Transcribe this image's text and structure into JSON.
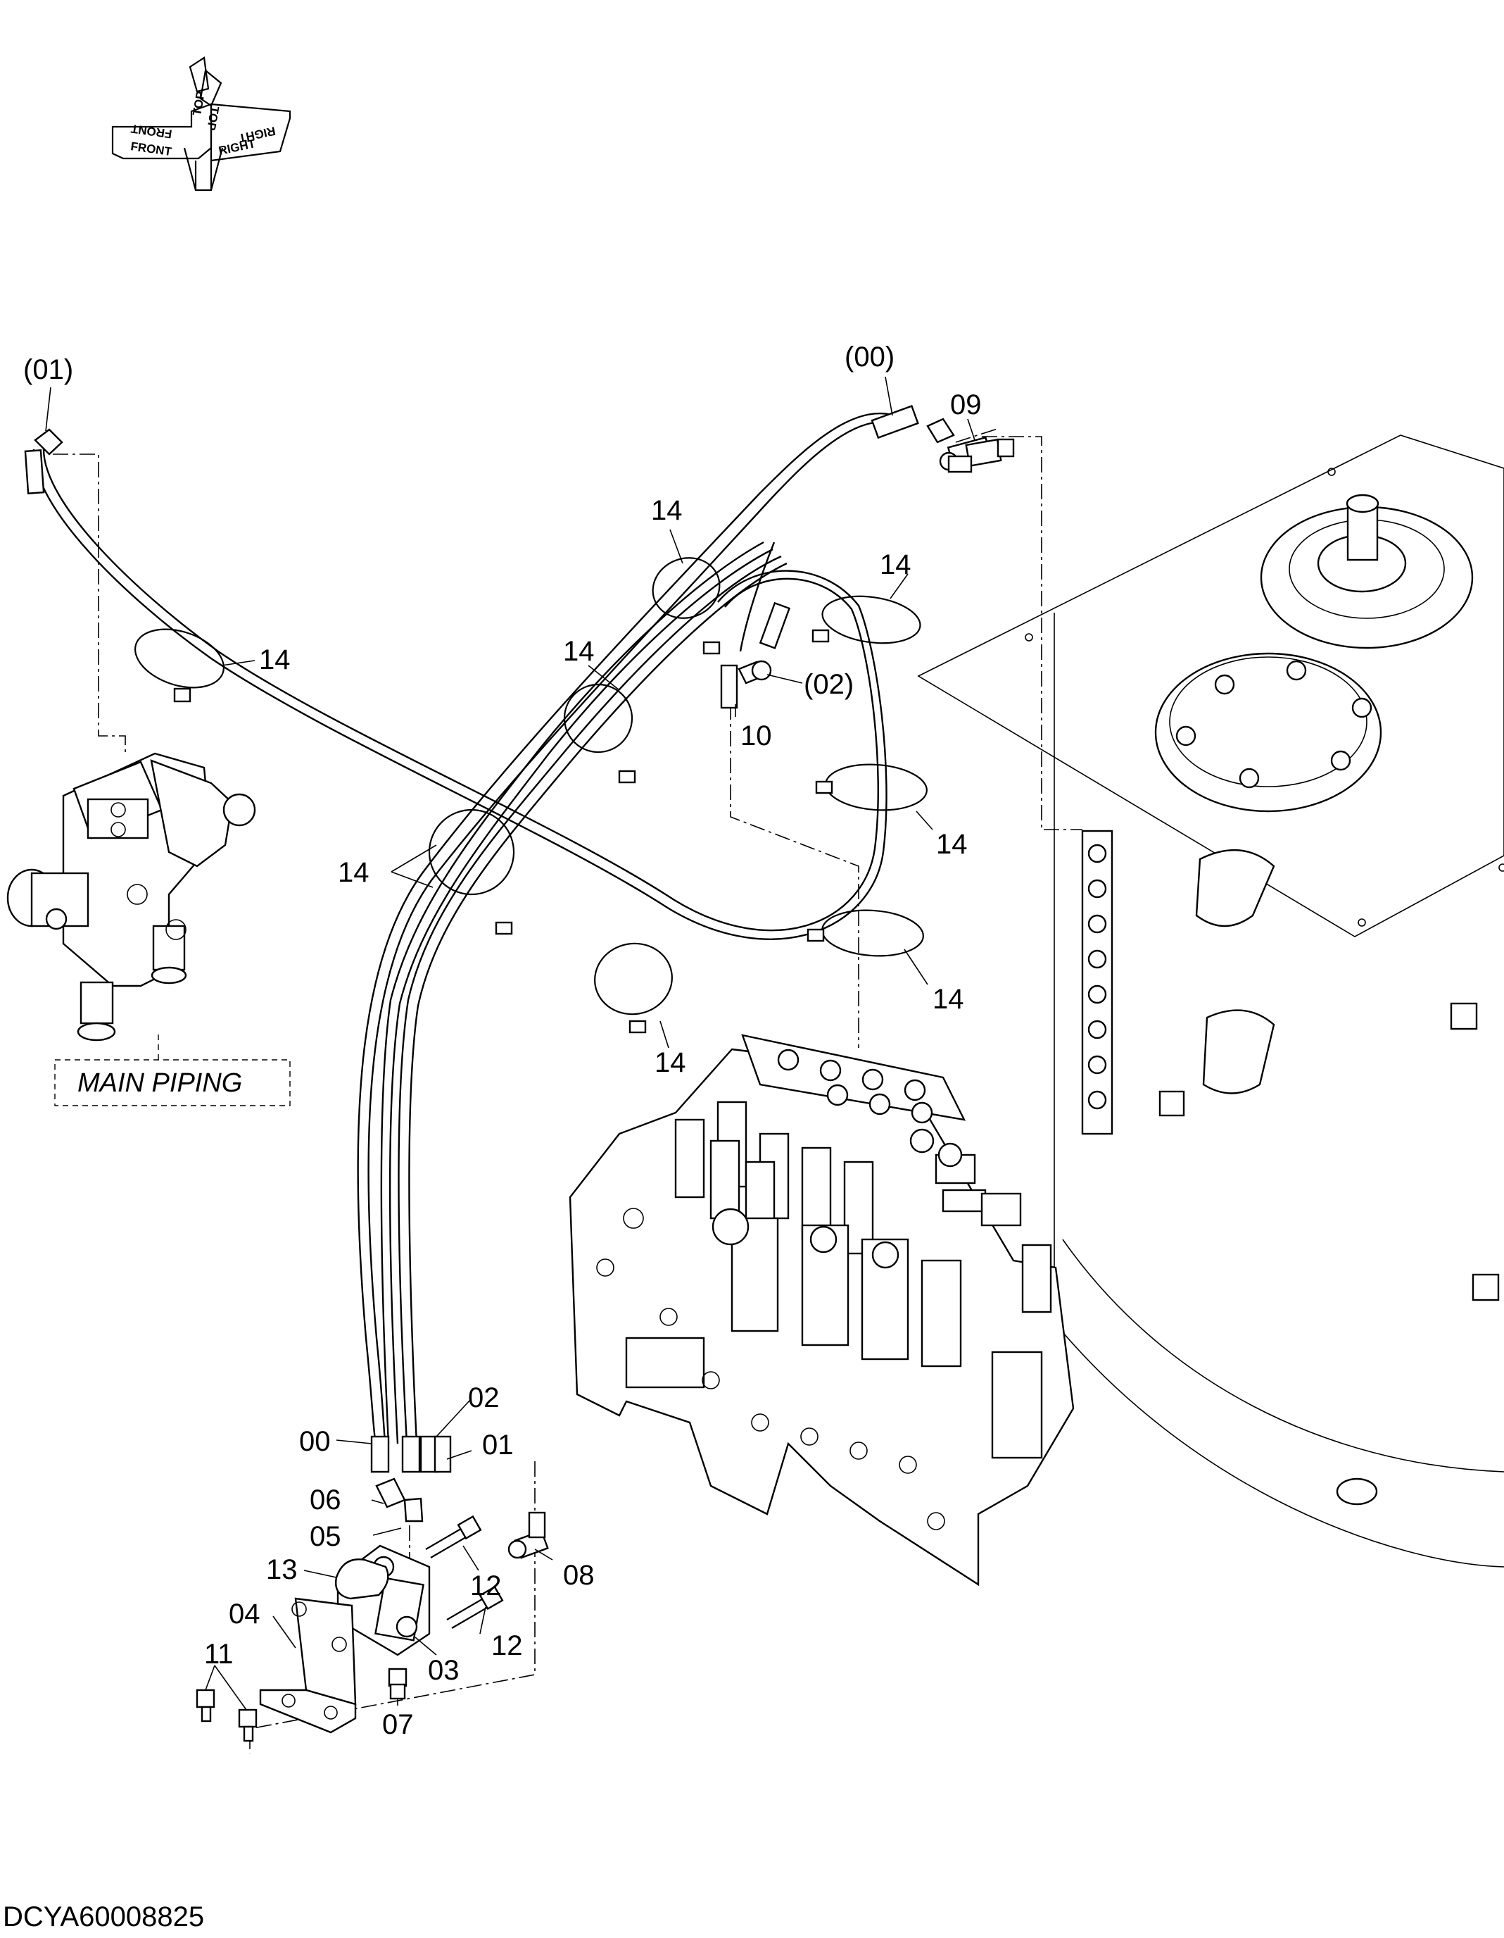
{
  "direction_indicator": {
    "front": "FRONT",
    "top": "TOP",
    "right": "RIGHT"
  },
  "callouts": [
    {
      "id": "c-01-paren",
      "text": "(01)"
    },
    {
      "id": "c-00-paren",
      "text": "(00)"
    },
    {
      "id": "c-09",
      "text": "09"
    },
    {
      "id": "c-14-a",
      "text": "14"
    },
    {
      "id": "c-14-b",
      "text": "14"
    },
    {
      "id": "c-14-c",
      "text": "14"
    },
    {
      "id": "c-02-paren",
      "text": "(02)"
    },
    {
      "id": "c-10",
      "text": "10"
    },
    {
      "id": "c-14-d",
      "text": "14"
    },
    {
      "id": "c-14-e",
      "text": "14"
    },
    {
      "id": "c-14-f",
      "text": "14"
    },
    {
      "id": "c-14-g",
      "text": "14"
    },
    {
      "id": "c-14-h",
      "text": "14"
    },
    {
      "id": "c-02",
      "text": "02"
    },
    {
      "id": "c-00",
      "text": "00"
    },
    {
      "id": "c-01",
      "text": "01"
    },
    {
      "id": "c-06",
      "text": "06"
    },
    {
      "id": "c-05",
      "text": "05"
    },
    {
      "id": "c-08",
      "text": "08"
    },
    {
      "id": "c-13",
      "text": "13"
    },
    {
      "id": "c-12-a",
      "text": "12"
    },
    {
      "id": "c-04",
      "text": "04"
    },
    {
      "id": "c-12-b",
      "text": "12"
    },
    {
      "id": "c-11",
      "text": "11"
    },
    {
      "id": "c-03",
      "text": "03"
    },
    {
      "id": "c-07",
      "text": "07"
    }
  ],
  "main_piping_label": "MAIN PIPING",
  "drawing_code": "DCYA60008825"
}
